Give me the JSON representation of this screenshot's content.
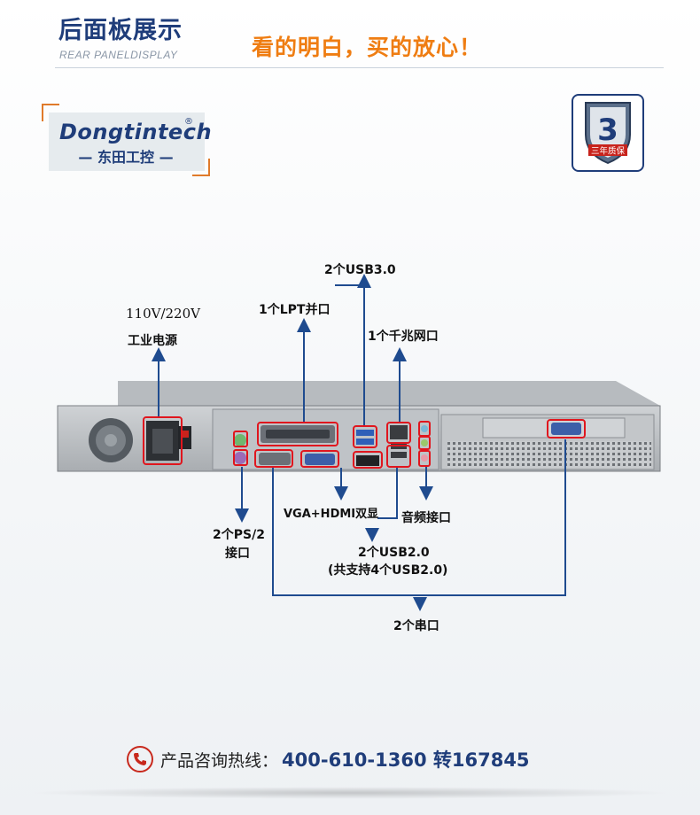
{
  "header": {
    "title_cn": "后面板展示",
    "title_en": "REAR PANELDISPLAY",
    "slogan": "看的明白，买的放心！"
  },
  "logo": {
    "brand_en": "Dongtintech",
    "registered_mark": "®",
    "brand_cn": "— 东田工控 —"
  },
  "warranty_badge": {
    "numeral": "3",
    "text": "三年质保"
  },
  "callouts": {
    "power_voltage": "110V/220V",
    "power_label": "工业电源",
    "lpt": "1个LPT并口",
    "usb30": "2个USB3.0",
    "gigabit_lan": "1个千兆网口",
    "ps2_line1": "2个PS/2",
    "ps2_line2": "接口",
    "vga_hdmi": "VGA+HDMI双显",
    "audio": "音频接口",
    "usb20_line1": "2个USB2.0",
    "usb20_line2": "(共支持4个USB2.0)",
    "serial": "2个串口"
  },
  "hotline": {
    "label": "产品咨询热线：",
    "number": "400-610-1360 转167845"
  },
  "colors": {
    "brand_blue": "#1f3d7a",
    "accent_orange": "#ef7d12",
    "highlight_red": "#e0161e",
    "callout_blue": "#1f4b8f"
  }
}
